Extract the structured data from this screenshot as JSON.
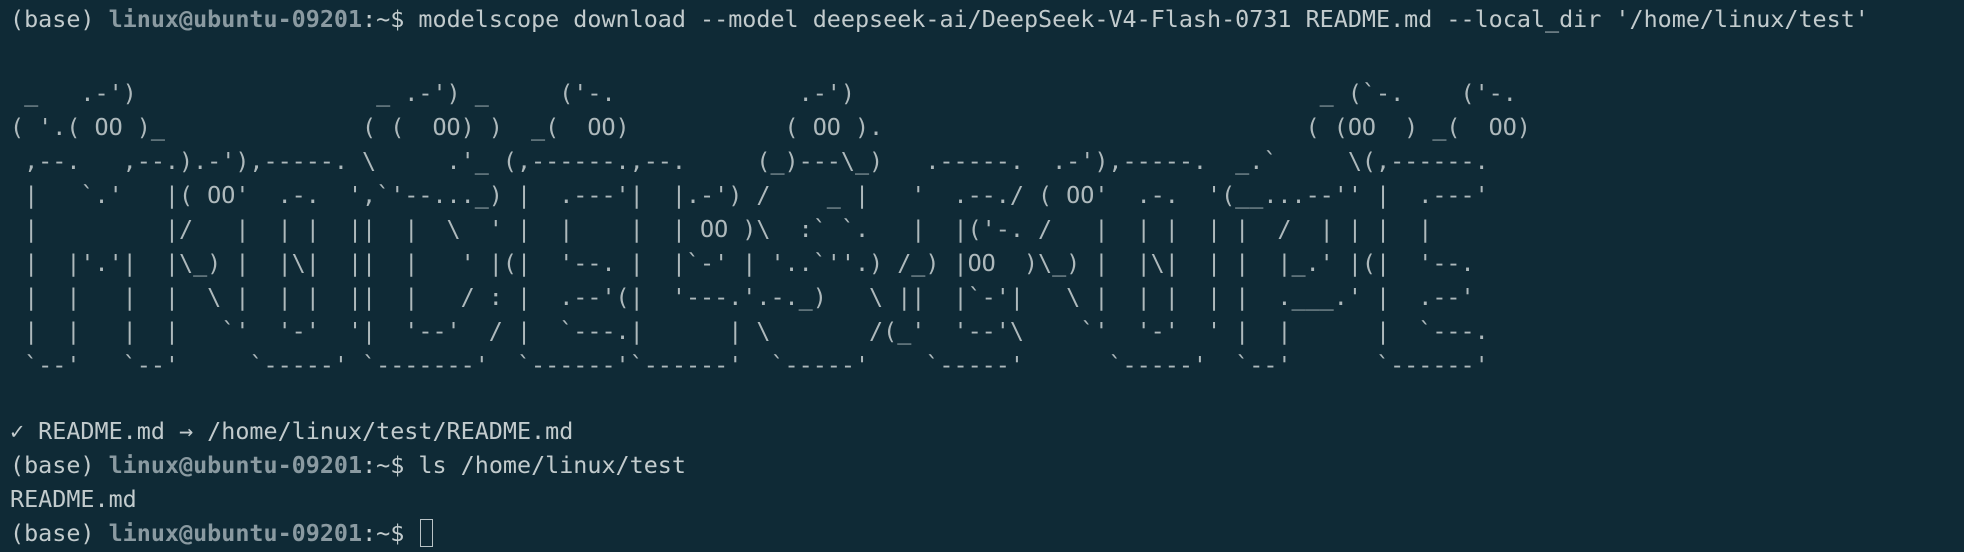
{
  "terminal": {
    "prompt_env": "(base) ",
    "prompt_user_host": "linux@ubuntu-09201",
    "prompt_path": ":~$ ",
    "command_1": "modelscope download --model deepseek-ai/DeepSeek-V4-Flash-0731 README.md --local_dir '/home/linux/test'",
    "banner_lines": [
      " _   .-')                 _ .-') _     ('-.             .-')                                 _ (`-.    ('-.",
      "( '.( OO )_              ( (  OO) )  _(  OO)           ( OO ).                              ( (OO  ) _(  OO)",
      " ,--.   ,--.).-'),-----. \\     .'_ (,------.,--.     (_)---\\_)   .-----.  .-'),-----.  _.`     \\(,------.",
      " |   `.'   |( OO'  .-.  ',`'--..._) |  .---'|  |.-') /    _ |   '  .--./ ( OO'  .-.  '(__...--'' |  .---'",
      " |         |/   |  | |  ||  |  \\  ' |  |    |  | OO )\\  :` `.   |  |('-. /   |  | |  | |  /  | | |  |",
      " |  |'.'|  |\\_) |  |\\|  ||  |   ' |(|  '--. |  |`-' | '..`''.) /_) |OO  )\\_) |  |\\|  | |  |_.' |(|  '--.",
      " |  |   |  |  \\ |  | |  ||  |   / : |  .--'(|  '---.'.-._)   \\ ||  |`-'|   \\ |  | |  | |  .___.' |  .--'",
      " |  |   |  |   `'  '-'  '|  '--'  / |  `---.|      | \\       /(_'  '--'\\    `'  '-'  ' |  |      |  `---.",
      " `--'   `--'     `-----' `-------'  `------'`------'  `-----'    `-----'      `-----'  `--'      `------'"
    ],
    "result_line": "✓ README.md → /home/linux/test/README.md",
    "command_2": "ls /home/linux/test",
    "ls_output": "README.md"
  },
  "colors": {
    "background": "#0f2a36",
    "text": "#c2cbcd",
    "user_host": "#8a9aa1"
  }
}
